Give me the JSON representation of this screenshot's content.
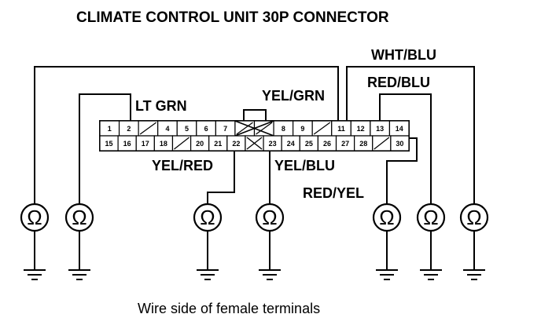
{
  "title": "CLIMATE CONTROL UNIT 30P CONNECTOR",
  "caption": "Wire side of female terminals",
  "ohm_symbol": "Ω",
  "wire_labels": {
    "lt_grn": "LT GRN",
    "yel_grn": "YEL/GRN",
    "wht_blu": "WHT/BLU",
    "red_blu": "RED/BLU",
    "yel_red": "YEL/RED",
    "yel_blu": "YEL/BLU",
    "red_yel": "RED/YEL"
  },
  "connector": {
    "top_row": [
      "1",
      "2",
      "",
      "4",
      "5",
      "6",
      "7",
      "",
      "",
      "8",
      "9",
      "",
      "11",
      "12",
      "13",
      "14"
    ],
    "bottom_row": [
      "15",
      "16",
      "17",
      "18",
      "",
      "20",
      "21",
      "22",
      "",
      "23",
      "24",
      "25",
      "26",
      "27",
      "28",
      "",
      "30"
    ]
  },
  "meters": [
    {
      "name": "meter-1"
    },
    {
      "name": "meter-2"
    },
    {
      "name": "meter-3"
    },
    {
      "name": "meter-4"
    },
    {
      "name": "meter-5"
    },
    {
      "name": "meter-6"
    },
    {
      "name": "meter-7"
    }
  ]
}
